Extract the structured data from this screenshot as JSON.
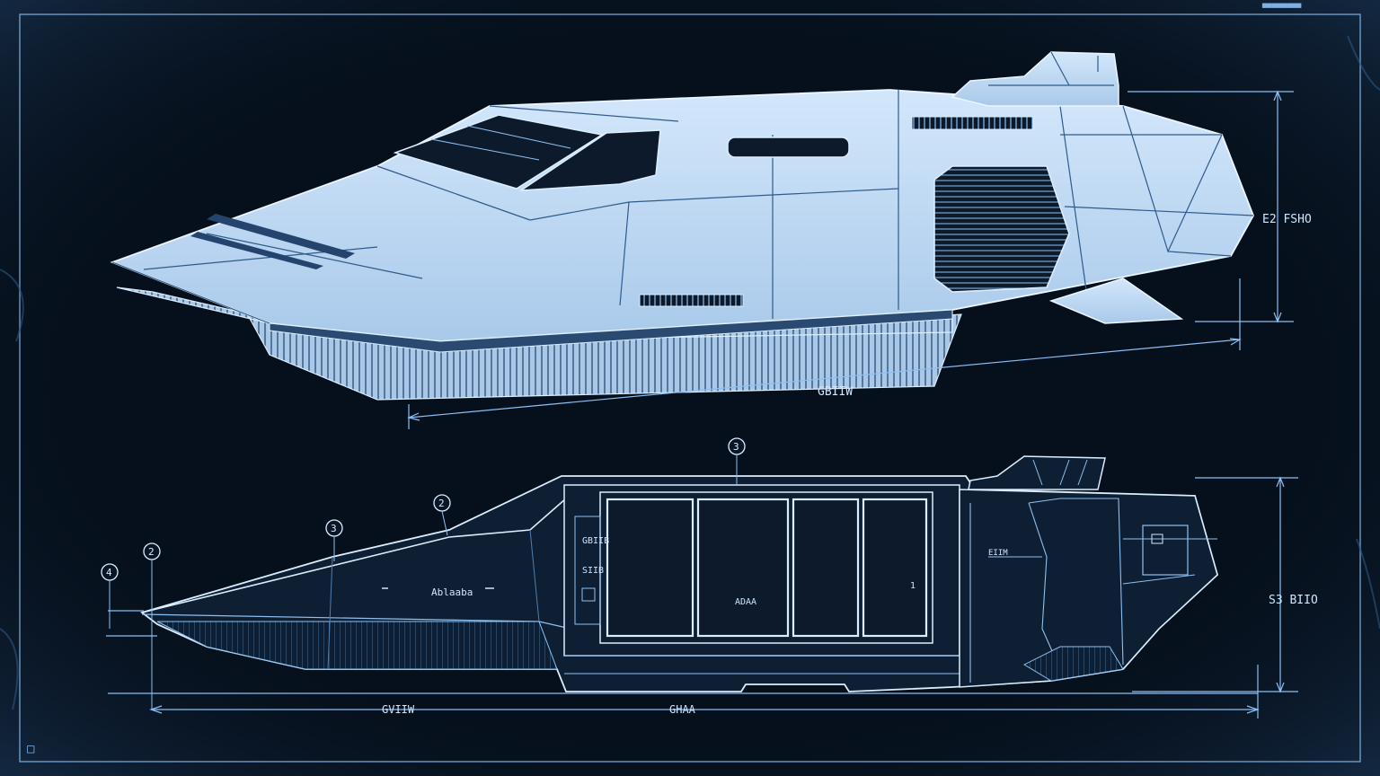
{
  "palette": {
    "background": "#06101c",
    "paper_edge": "#0c2036",
    "line": "#8cc0f2",
    "line_bright": "#dbeeff",
    "fill_light": "#bcd8f2",
    "fill_shade": "#8fb3d9",
    "fill_dark": "#0d1a2b"
  },
  "dimensions": {
    "top_height": "E2 FSHO",
    "top_length": "GBIIW",
    "side_height": "S3 BIIO",
    "side_length_front": "GVIIW",
    "side_length_total": "GHAA"
  },
  "callouts": [
    {
      "id": "callout-4",
      "text": "4"
    },
    {
      "id": "callout-2-nose",
      "text": "2"
    },
    {
      "id": "callout-3-front",
      "text": "3"
    },
    {
      "id": "callout-2-canopy",
      "text": "2"
    },
    {
      "id": "callout-3-top",
      "text": "3"
    }
  ],
  "side_labels": {
    "hull_label": "Ablaaba",
    "panel_label_a": "GBIIB",
    "panel_label_b": "SIIB",
    "bay_label": "ADAA",
    "bay_number": "1",
    "rear_label": "EIIM"
  },
  "corner_marks": {
    "top_right_mark": "▀▀▀▀▀▀▀▀",
    "bottom_left_mark": "□"
  }
}
